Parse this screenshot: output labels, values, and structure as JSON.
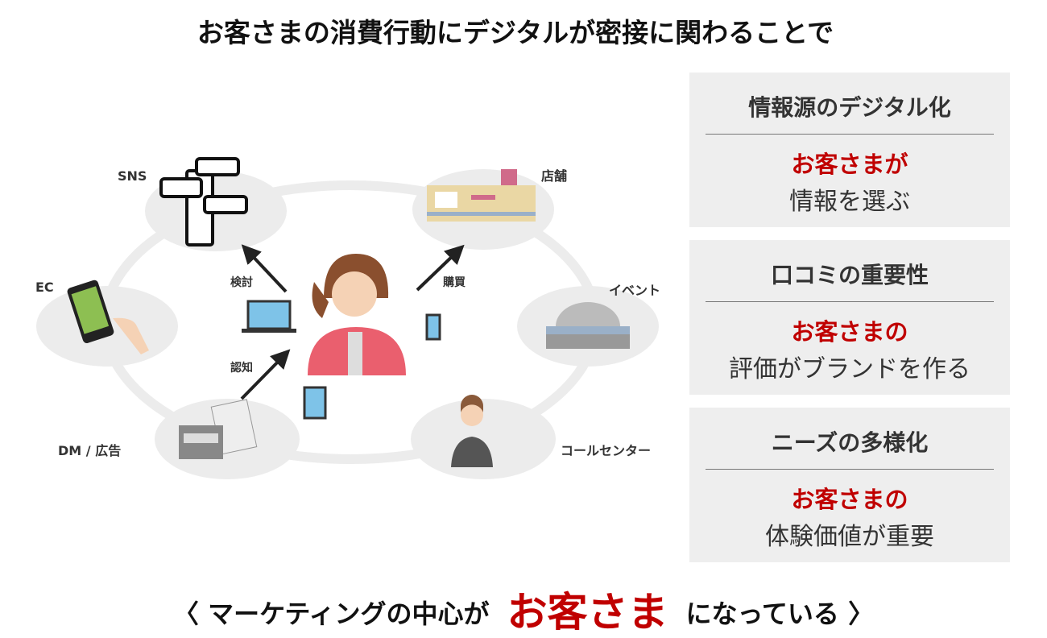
{
  "title": "お客さまの消費行動にデジタルが密接に関わることで",
  "diagram": {
    "nodes": [
      "SNS",
      "店舗",
      "EC",
      "イベント",
      "DM / 広告",
      "コールセンター"
    ],
    "arrows": [
      "検討",
      "購買",
      "認知"
    ]
  },
  "panels": [
    {
      "heading": "情報源のデジタル化",
      "emphasis": "お客さまが",
      "body": "情報を選ぶ"
    },
    {
      "heading": "口コミの重要性",
      "emphasis": "お客さまの",
      "body": "評価がブランドを作る"
    },
    {
      "heading": "ニーズの多様化",
      "emphasis": "お客さまの",
      "body": "体験価値が重要"
    }
  ],
  "bottom": {
    "open": "〈",
    "prefix": "マーケティングの中心が",
    "emphasis": "お客さま",
    "suffix": "になっている",
    "close": "〉"
  },
  "colors": {
    "accent": "#c00000",
    "panel_bg": "#eeeeee"
  }
}
